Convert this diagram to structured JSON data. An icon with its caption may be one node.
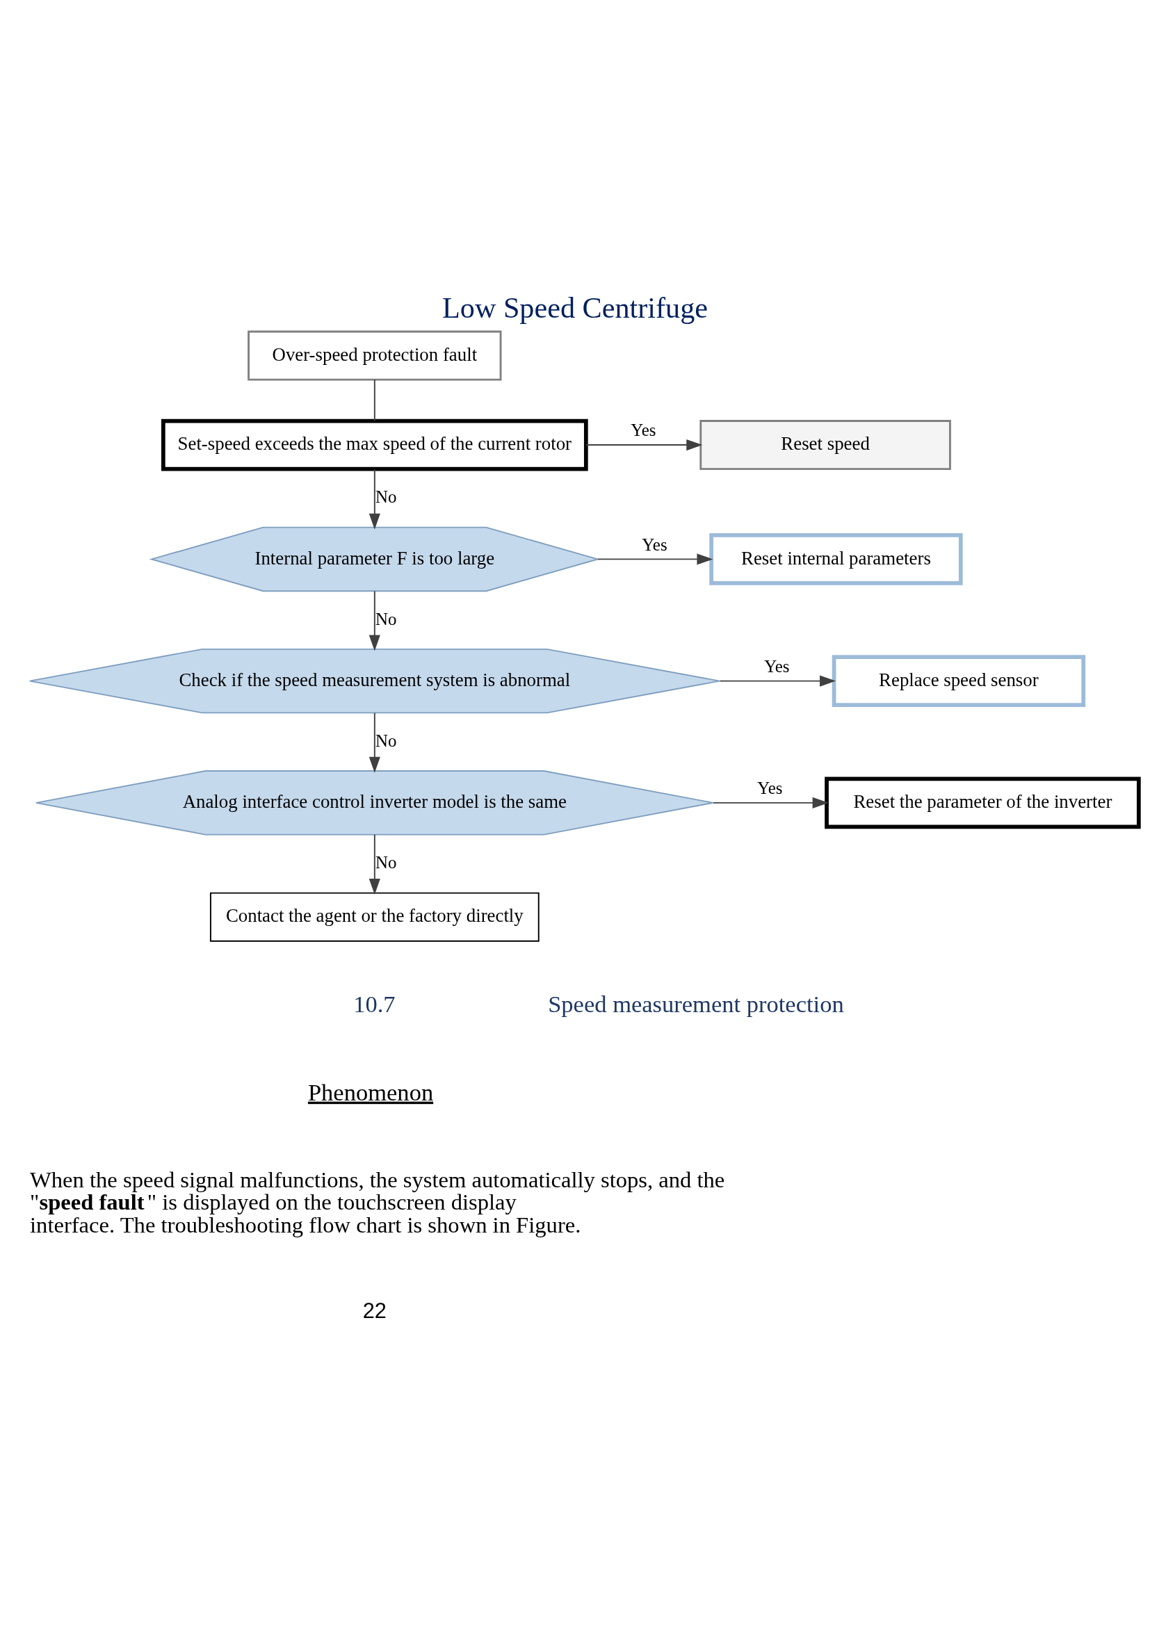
{
  "diagram": {
    "title": "Low Speed Centrifuge",
    "nodes": [
      {
        "text": [
          "Over-speed protection fault"
        ]
      },
      {
        "text": [
          "Set-speed exceeds the max speed of the current rotor"
        ]
      },
      {
        "text": [
          "Reset speed"
        ]
      },
      {
        "text": [
          "Internal parameter F is too large"
        ]
      },
      {
        "text": [
          "Reset internal parameters"
        ]
      },
      {
        "text": [
          "Check if the speed measurement system is abnormal"
        ]
      },
      {
        "text": [
          "Replace speed sensor"
        ]
      },
      {
        "text": [
          "Analog interface control inverter model is the same"
        ]
      },
      {
        "text": [
          "Reset the parameter of the inverter"
        ]
      },
      {
        "text": [
          "Contact the agent or the factory directly"
        ]
      }
    ],
    "edges": [
      {
        "from": 0,
        "to": 1,
        "arrow": "none"
      },
      {
        "from": 1,
        "to": 2,
        "arrow": "to",
        "label": "Yes"
      },
      {
        "from": 1,
        "to": 3,
        "arrow": "to",
        "label": "No"
      },
      {
        "from": 3,
        "to": 4,
        "arrow": "to",
        "label": "Yes"
      },
      {
        "from": 3,
        "to": 5,
        "arrow": "to",
        "label": "No"
      },
      {
        "from": 5,
        "to": 6,
        "arrow": "to",
        "label": "Yes"
      },
      {
        "from": 5,
        "to": 7,
        "arrow": "to",
        "label": "No"
      },
      {
        "from": 7,
        "to": 8,
        "arrow": "to",
        "label": "Yes"
      },
      {
        "from": 7,
        "to": 9,
        "arrow": "to",
        "label": "No"
      }
    ],
    "labels": [
      "10.7",
      "Speed measurement protection",
      "Phenomenon",
      "When the speed signal malfunctions, the system automatically stops, and the \"**speed fault**\" is displayed on the touchscreen display interface. The troubleshooting flow chart is shown in Figure.",
      "22"
    ]
  }
}
